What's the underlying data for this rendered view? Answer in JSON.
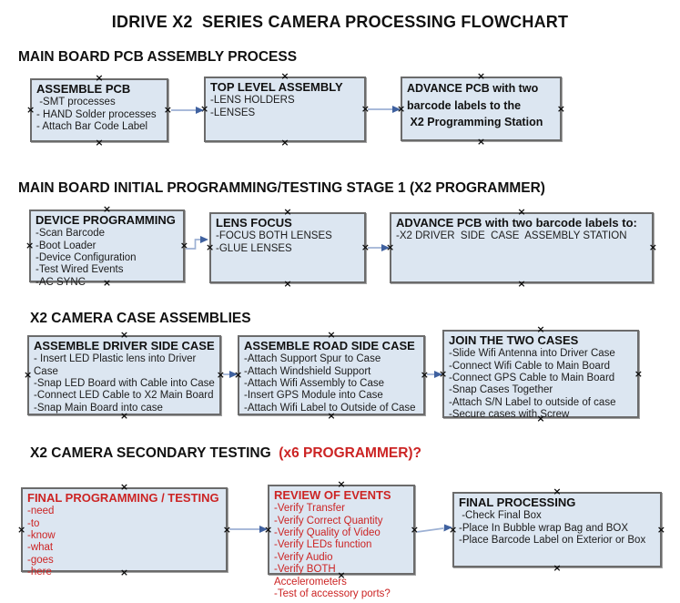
{
  "title": "IDRIVE X2  SERIES CAMERA PROCESSING FLOWCHART",
  "colors": {
    "red_text": "#cc2424",
    "box_fill": "#dce6f1",
    "box_border": "#6b6b6b",
    "arrow_line": "#9db1d4",
    "arrow_head": "#3f619f"
  },
  "handle_glyph": "×",
  "sections": [
    {
      "heading": {
        "text": "MAIN BOARD PCB ASSEMBLY PROCESS"
      },
      "boxes": [
        {
          "title": "ASSEMBLE PCB",
          "items": [
            " -SMT processes",
            "- HAND Solder processes",
            "- Attach Bar Code Label"
          ]
        },
        {
          "title": "TOP LEVEL ASSEMBLY",
          "items": [
            "-LENS HOLDERS",
            "-LENSES"
          ]
        },
        {
          "title": "ADVANCE PCB with two\nbarcode labels to the\n X2 Programming Station",
          "items": []
        }
      ]
    },
    {
      "heading": {
        "text": "MAIN BOARD INITIAL PROGRAMMING/TESTING STAGE 1 (X2 PROGRAMMER)"
      },
      "boxes": [
        {
          "title": "DEVICE PROGRAMMING",
          "items": [
            "-Scan Barcode",
            "-Boot Loader",
            "-Device Configuration",
            "-Test Wired Events",
            "-AC SYNC"
          ]
        },
        {
          "title": "LENS FOCUS",
          "items": [
            "-FOCUS BOTH LENSES",
            "-GLUE LENSES"
          ]
        },
        {
          "title": "ADVANCE PCB with two barcode labels to:",
          "items": [
            "-X2 DRIVER  SIDE  CASE  ASSEMBLY STATION"
          ]
        }
      ]
    },
    {
      "heading": {
        "text": "X2 CAMERA CASE ASSEMBLIES"
      },
      "boxes": [
        {
          "title": "ASSEMBLE DRIVER SIDE CASE",
          "items": [
            "- Insert LED Plastic lens into Driver Case",
            "-Snap LED Board with Cable into Case",
            "-Connect LED Cable to X2 Main Board",
            "-Snap Main Board into case"
          ]
        },
        {
          "title": "ASSEMBLE ROAD SIDE CASE",
          "items": [
            "-Attach Support Spur to Case",
            "-Attach Windshield Support",
            "-Attach Wifi Assembly to Case",
            "-Insert GPS Module into Case",
            "-Attach Wifi Label to Outside of Case"
          ]
        },
        {
          "title": "JOIN THE TWO CASES",
          "items": [
            "-Slide Wifi Antenna into Driver Case",
            "-Connect Wifi Cable to Main Board",
            "-Connect GPS Cable to Main Board",
            "-Snap Cases Together",
            "-Attach S/N Label to outside of case",
            "-Secure cases with Screw"
          ]
        }
      ]
    },
    {
      "heading": {
        "text": "X2 CAMERA SECONDARY TESTING",
        "suffix": "  (x6 PROGRAMMER)?"
      },
      "boxes": [
        {
          "title": "FINAL PROGRAMMING / TESTING",
          "items": [
            "-need",
            "-to",
            "-know",
            "-what",
            "-goes",
            "-here"
          ]
        },
        {
          "title": "REVIEW OF EVENTS",
          "items": [
            "-Verify Transfer",
            "-Verify Correct Quantity",
            "-Verify Quality of Video",
            "-Verify LEDs function",
            "-Verify Audio",
            "-Verify BOTH Accelerometers",
            "-Test of accessory ports?"
          ]
        },
        {
          "title": "FINAL PROCESSING",
          "items": [
            " -Check Final Box",
            "-Place In Bubble wrap Bag and BOX",
            "-Place Barcode Label on Exterior or Box"
          ]
        }
      ]
    }
  ]
}
